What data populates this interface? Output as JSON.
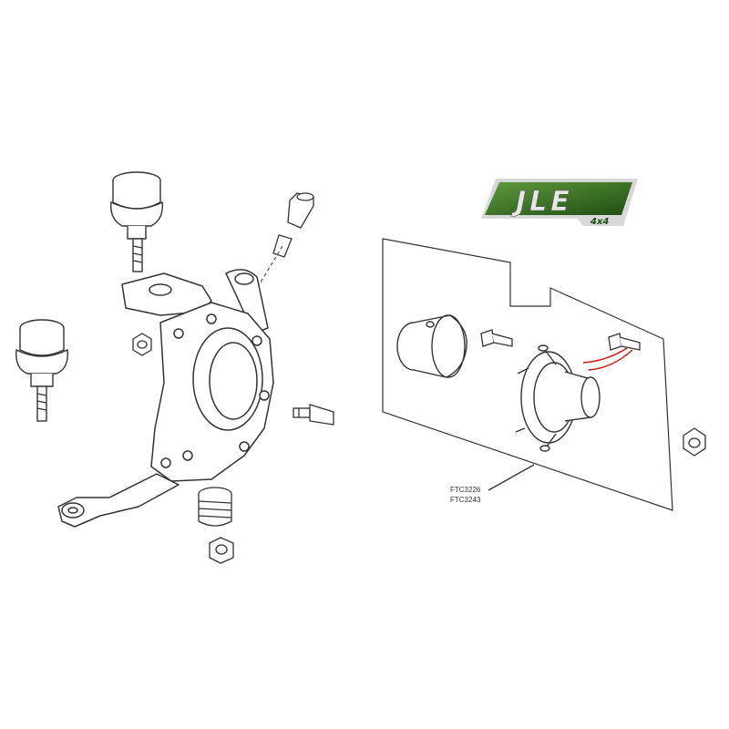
{
  "logo": {
    "brand": "JLE",
    "sub": "4x4",
    "colors": {
      "green_dark": "#1f4d14",
      "green_light": "#5f9a3c",
      "silver": "#d8d8d8"
    }
  },
  "callout": {
    "part_numbers": [
      "FTC3226",
      "FTC3243"
    ]
  },
  "colors": {
    "line": "#333333",
    "highlight": "#cc1111"
  }
}
